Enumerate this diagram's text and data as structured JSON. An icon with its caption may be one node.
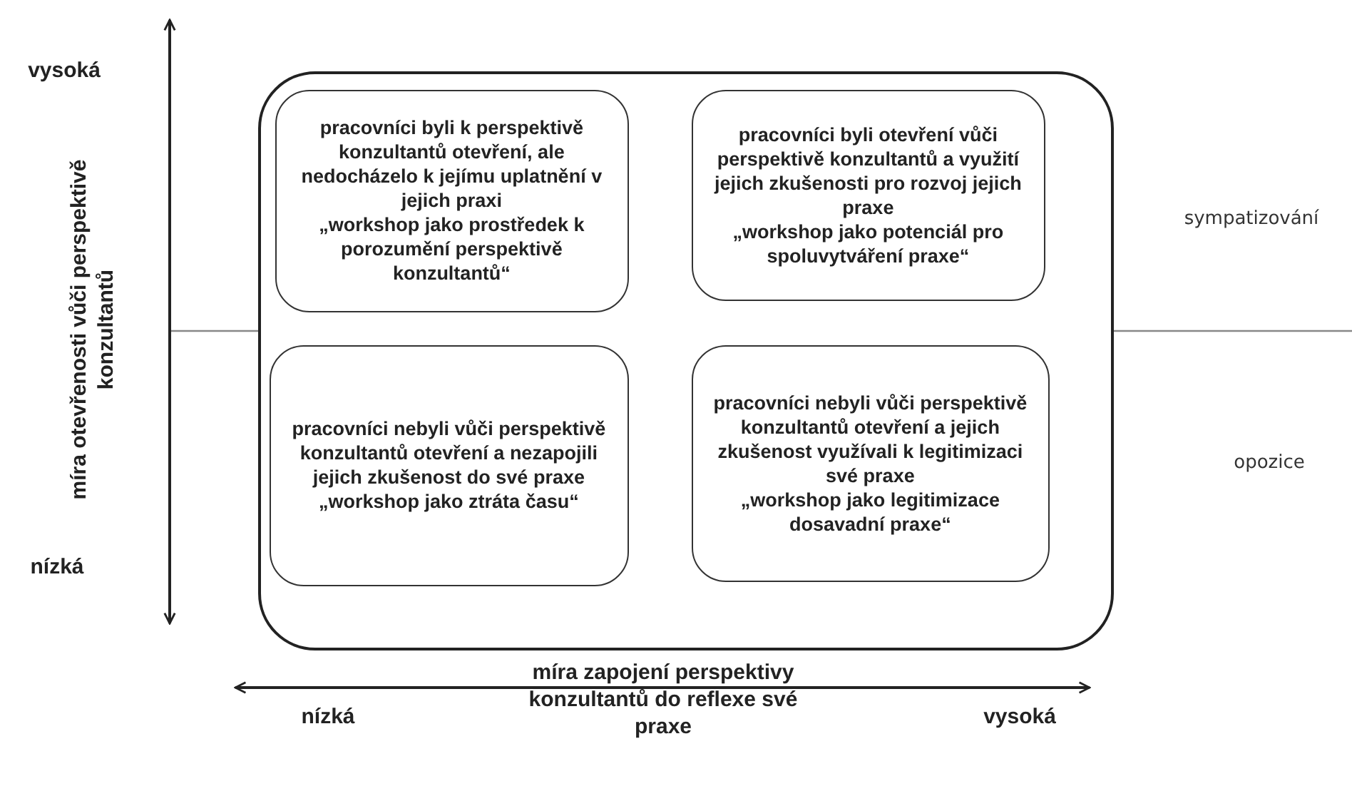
{
  "diagram": {
    "nodes": [
      {
        "text": [],
        "shape": "box"
      },
      {
        "text": [
          "pracovníci byli k perspektivě konzultantů otevření, ale nedocházelo k jejímu uplatnění v jejich praxi",
          "„workshop jako prostředek k porozumění perspektivě konzultantů“"
        ],
        "in": 0
      },
      {
        "text": [
          "pracovníci byli otevření vůči perspektivě konzultantů a využití jejich zkušenosti pro rozvoj jejich praxe",
          "„workshop jako potenciál pro spoluvytváření praxe“"
        ],
        "in": 0
      },
      {
        "text": [
          "pracovníci nebyli vůči perspektivě konzultantů otevření a nezapojili jejich zkušenost do své praxe",
          "„workshop jako ztráta času“"
        ],
        "in": 0
      },
      {
        "text": [
          "pracovníci nebyli vůči perspektivě konzultantů otevření a jejich zkušenost využívali k legitimizaci své praxe",
          "„workshop jako legitimizace dosavadní praxe“"
        ],
        "in": 0
      }
    ],
    "edges": [],
    "labels": [
      "vysoká",
      "míra otevřenosti vůči perspektivě konzultantů",
      "sympatizování",
      "opozice",
      "nízká",
      "nízká",
      "míra zapojení perspektivy konzultantů do reflexe své praxe",
      "vysoká"
    ]
  }
}
